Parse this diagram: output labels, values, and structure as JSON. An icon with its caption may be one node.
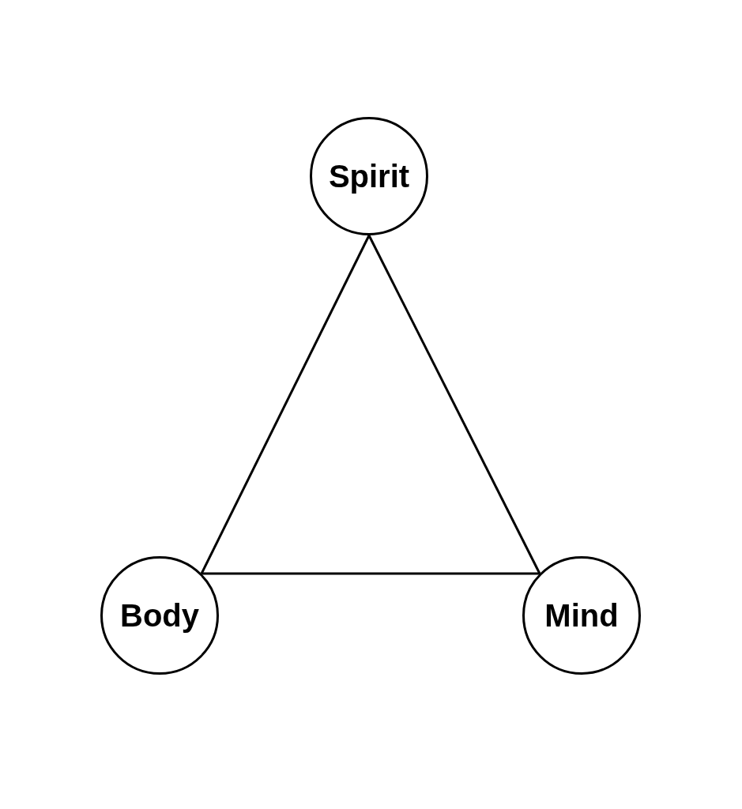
{
  "diagram": {
    "nodes": [
      {
        "text": [
          "Spirit"
        ]
      },
      {
        "text": [
          "Body"
        ]
      },
      {
        "text": [
          "Mind"
        ]
      }
    ],
    "edges": [
      {
        "from": 0,
        "to": 1,
        "arrow": "none"
      },
      {
        "from": 0,
        "to": 2,
        "arrow": "none"
      },
      {
        "from": 1,
        "to": 2,
        "arrow": "none"
      }
    ]
  }
}
